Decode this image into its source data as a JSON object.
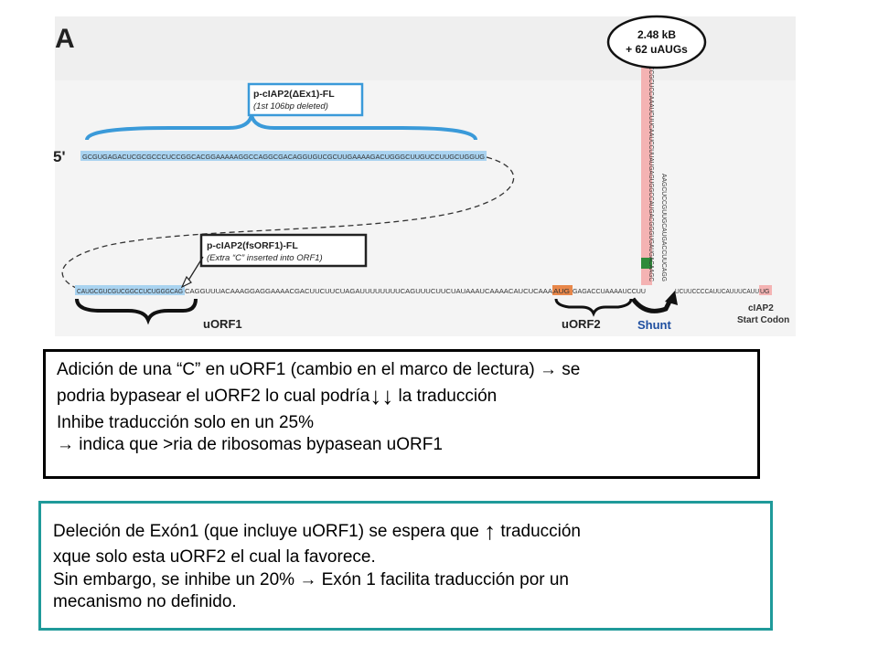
{
  "figure": {
    "panel_letter": "A",
    "five_prime": "5'",
    "seq_top": "GCGUGAGACUCGCGCCCUCCGGCACGGAAAAAGGCCAGGCGACAGGUGUCGCUUGAAAAGACUGGGCUUGUCCUUGCUGGUG",
    "seq_bottom_uorf1": "CAUGCGUCGUCGGCCUCUGGGCAG",
    "seq_bottom_mid": "CAGGUUUACAAAGGAGGAAAACGACUUCUUCUAGAUUUUUUUUCAGUUUCUUCUAUAAAUCAAAACAUCUCAAA",
    "seq_bottom_uorf2": "AUG",
    "seq_bottom_end": "GAGACCUAAAAUCCUU",
    "seq_after_shunt": "UCUUCCCCAUUCAUUUCAUU",
    "seq_start": "UG",
    "stem_text": "CCGCUCCAAAUCUUCAAUCCUUAUGAGUGGCCAUGACGGGUGAUGACAAGC",
    "stem_right": "AAGCUCCGUUGCAUGACCUUCAGG",
    "oval_line1": "2.48 kB",
    "oval_line2": "+ 62 uAUGs",
    "box_top_line1": "p-cIAP2(ΔEx1)-FL",
    "box_top_line2": "(1st 106bp deleted)",
    "box_mid_line1": "p-cIAP2(fsORF1)-FL",
    "box_mid_line2": "(Extra “C” inserted into ORF1)",
    "label_uorf1": "uORF1",
    "label_uorf2": "uORF2",
    "label_shunt": "Shunt",
    "label_start1": "cIAP2",
    "label_start2": "Start Codon",
    "colors": {
      "blue": "#3a9ad9",
      "light_blue": "#a9d3f0",
      "pink": "#f4b3b3",
      "orange": "#e8874a",
      "green": "#2e8b3a",
      "shunt_blue": "#1f4fa0"
    }
  },
  "box1": {
    "l1_text": "Adición de una “C” en uORF1 (cambio en el marco de lectura) ",
    "l1_arrow": "→",
    "l1_end": " se",
    "l2_text": "podria bypasear el uORF2 lo cual podría",
    "l2_arrows": "↓↓",
    "l2_end": " la traducción",
    "l3": "Inhibe traducción solo en un 25%",
    "l4_arrow": "→",
    "l4_text": " indica que >ria de ribosomas bypasean uORF1"
  },
  "box2": {
    "l1_text": "Deleción de Exón1 (que incluye uORF1) se espera que ",
    "l1_arrow": "↑",
    "l1_end": " traducción",
    "l2": "xque solo esta uORF2 el cual la favorece.",
    "l3_text": "Sin embargo, se inhibe un 20% ",
    "l3_arrow": "→",
    "l3_end": " Exón 1 facilita traducción por un",
    "l4": "mecanismo no definido."
  }
}
